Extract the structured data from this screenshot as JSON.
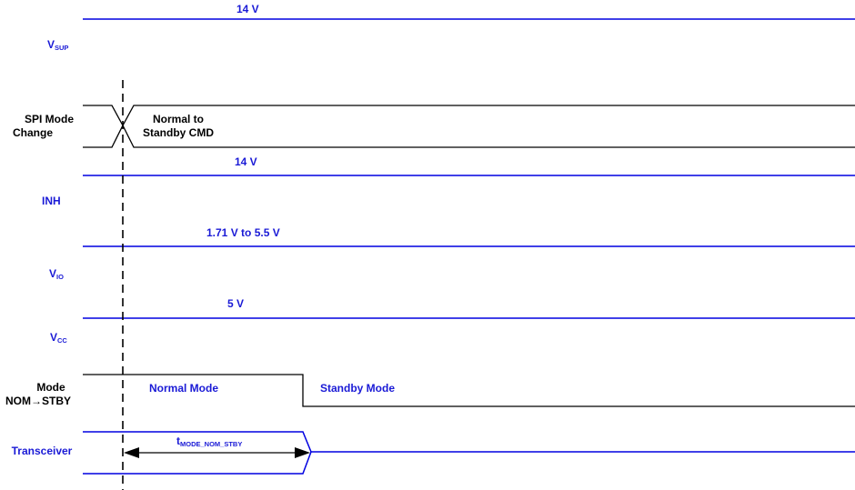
{
  "colors": {
    "signal_blue": "#0000e0",
    "text_blue": "#1a1ad6",
    "black": "#000000"
  },
  "signals": {
    "vsup": {
      "name_main": "V",
      "name_sub": "SUP",
      "value": "14 V"
    },
    "spi": {
      "name_line1": "SPI Mode",
      "name_line2": "Change",
      "event_line1": "Normal to",
      "event_line2": "Standby CMD"
    },
    "inh": {
      "name": "INH",
      "value": "14 V"
    },
    "vio": {
      "name_main": "V",
      "name_sub": "IO",
      "value": "1.71 V to 5.5 V"
    },
    "vcc": {
      "name_main": "V",
      "name_sub": "CC",
      "value": "5 V"
    },
    "mode": {
      "name_line1": "Mode",
      "name_line2": "NOM→STBY",
      "state_before": "Normal Mode",
      "state_after": "Standby Mode"
    },
    "transceiver": {
      "name": "Transceiver",
      "timing_main": "t",
      "timing_sub": "MODE_NOM_STBY"
    }
  }
}
